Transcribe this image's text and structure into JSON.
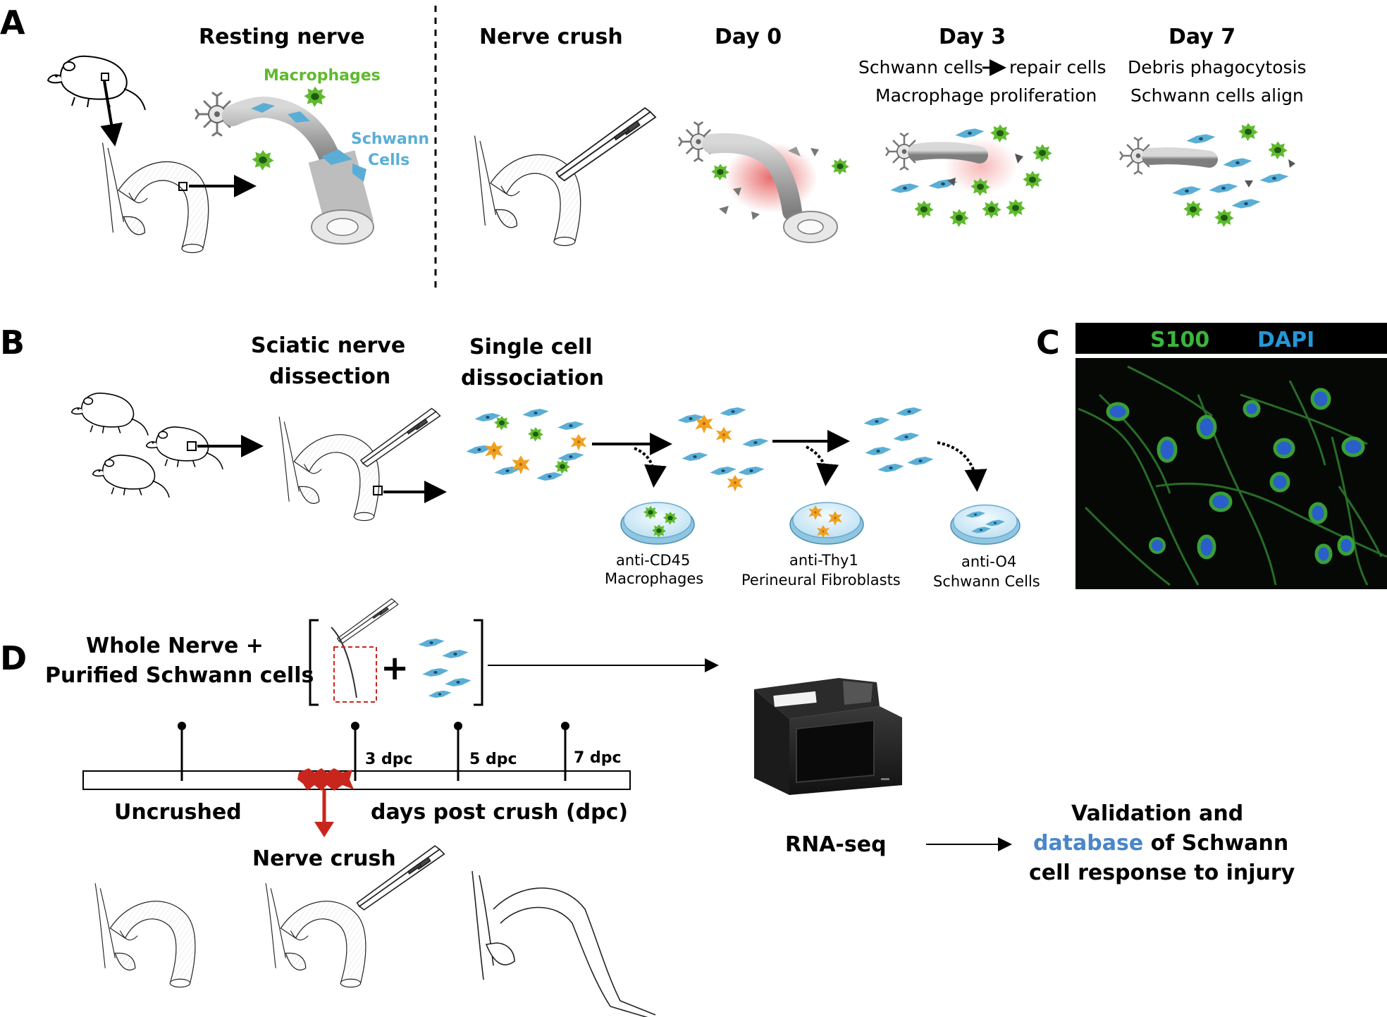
{
  "panels": {
    "a": {
      "letter": "A",
      "resting_title": "Resting nerve",
      "macrophages_label": "Macrophages",
      "schwann_label_1": "Schwann",
      "schwann_label_2": "Cells",
      "crush_title": "Nerve crush",
      "day0_title": "Day 0",
      "day3_title": "Day 3",
      "day3_line1_a": "Schwann cells",
      "day3_line1_b": "repair cells",
      "day3_line2": "Macrophage proliferation",
      "day7_title": "Day 7",
      "day7_line1": "Debris phagocytosis",
      "day7_line2": "Schwann cells align"
    },
    "b": {
      "letter": "B",
      "dissection_1": "Sciatic nerve",
      "dissection_2": "dissection",
      "dissociation_1": "Single cell",
      "dissociation_2": "dissociation",
      "dish1_antibody": "anti-CD45",
      "dish1_cells": "Macrophages",
      "dish2_antibody": "anti-Thy1",
      "dish2_cells": "Perineural Fibroblasts",
      "dish3_antibody": "anti-O4",
      "dish3_cells": "Schwann Cells"
    },
    "c": {
      "letter": "C",
      "stain1": "S100",
      "stain2": "DAPI"
    },
    "d": {
      "letter": "D",
      "sample_1": "Whole Nerve +",
      "sample_2": "Purified Schwann cells",
      "plus_sign": "+",
      "timepoints": [
        "3 dpc",
        "5 dpc",
        "7 dpc"
      ],
      "uncrushed": "Uncrushed",
      "axis_label": "days post crush (dpc)",
      "nerve_crush": "Nerve crush",
      "method": "RNA-seq",
      "result_1": "Validation and",
      "result_2_highlight": "database",
      "result_2_rest": " of Schwann",
      "result_3": "cell response to injury"
    }
  },
  "colors": {
    "macrophage_green": "#5fba2e",
    "schwann_blue": "#5aaed6",
    "fibroblast_orange": "#f0a020",
    "crush_red": "#c8261d",
    "database_blue": "#4a86c8",
    "s100_green": "#3cb43c",
    "dapi_blue": "#2596d8"
  }
}
